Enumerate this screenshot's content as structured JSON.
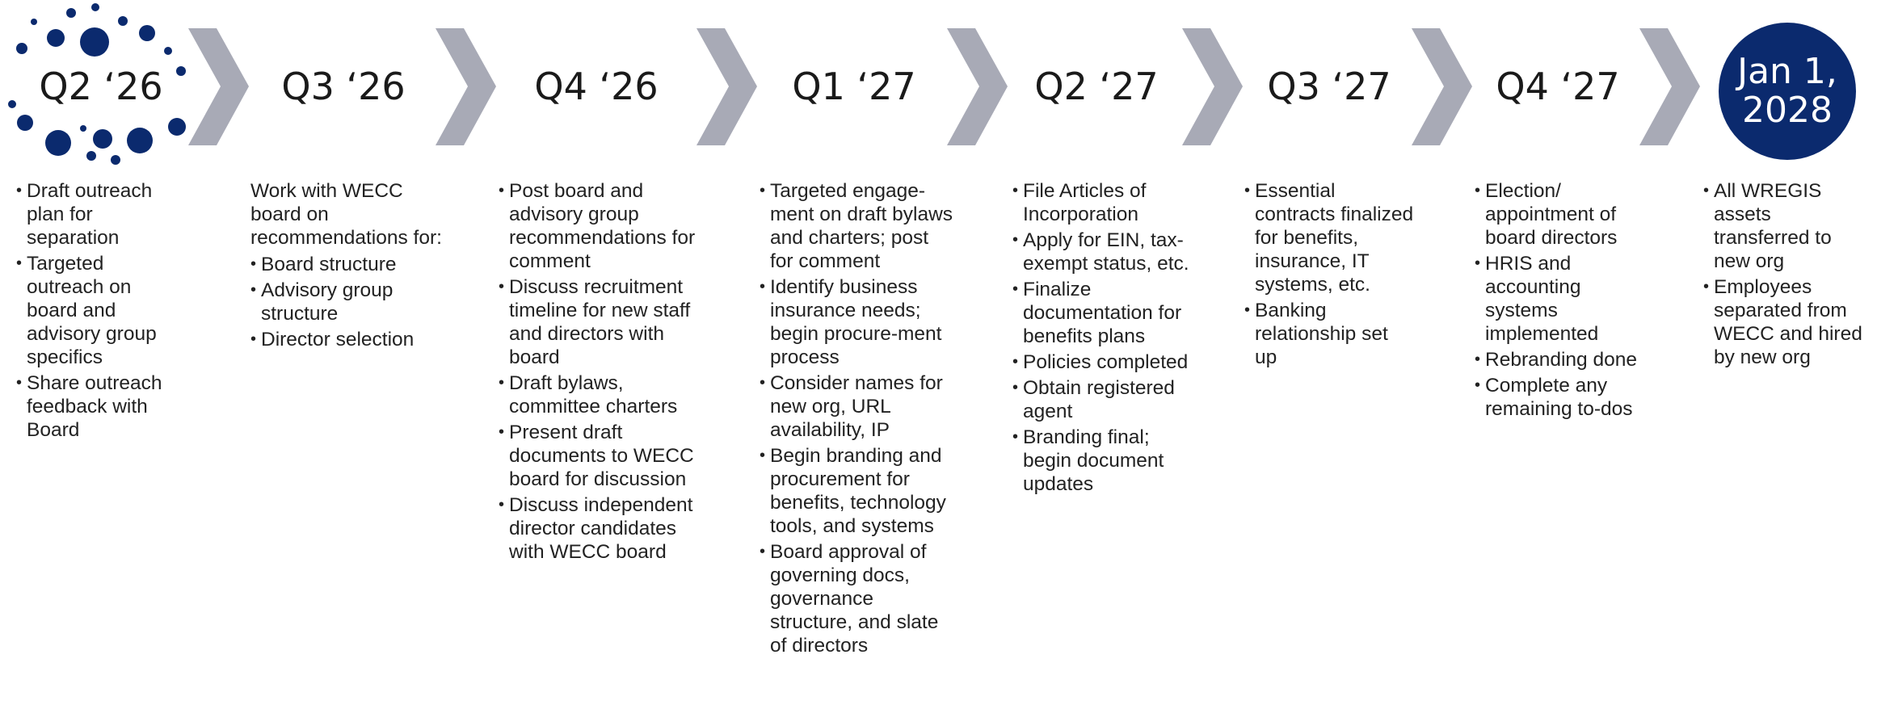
{
  "colors": {
    "chevron": "#a8aab6",
    "accent": "#0b2a6e",
    "text": "#222222"
  },
  "quarters": [
    {
      "label": "Q2 ‘26"
    },
    {
      "label": "Q3 ‘26"
    },
    {
      "label": "Q4 ‘26"
    },
    {
      "label": "Q1 ‘27"
    },
    {
      "label": "Q2 ‘27"
    },
    {
      "label": "Q3 ‘27"
    },
    {
      "label": "Q4 ‘27"
    }
  ],
  "final": {
    "line1": "Jan 1,",
    "line2": "2028"
  },
  "columns": [
    {
      "intro": "",
      "items": [
        "Draft outreach plan for separation",
        "Targeted outreach on board and advisory group specifics",
        "Share outreach feedback with Board"
      ]
    },
    {
      "intro": "Work with WECC board on recommendations for:",
      "items": [
        "Board structure",
        "Advisory group structure",
        "Director selection"
      ]
    },
    {
      "intro": "",
      "items": [
        "Post board and advisory group recommendations for comment",
        "Discuss recruitment timeline for new staff and directors with board",
        "Draft bylaws, committee charters",
        "Present draft documents to WECC board for discussion",
        "Discuss independent director candidates with WECC board"
      ]
    },
    {
      "intro": "",
      "items": [
        "Targeted engage-ment on draft bylaws and charters; post for comment",
        "Identify business insurance needs; begin procure-ment process",
        "Consider names for new org, URL availability, IP",
        "Begin branding and procurement for benefits, technology tools, and systems",
        "Board approval of governing docs, governance structure, and slate of directors"
      ]
    },
    {
      "intro": "",
      "items": [
        "File Articles of Incorporation",
        "Apply for EIN, tax-exempt status, etc.",
        "Finalize documentation for benefits plans",
        "Policies completed",
        "Obtain registered agent",
        "Branding final; begin document updates"
      ]
    },
    {
      "intro": "",
      "items": [
        "Essential contracts finalized for benefits, insurance, IT systems, etc.",
        "Banking relationship set up"
      ]
    },
    {
      "intro": "",
      "items": [
        "Election/ appointment  of board directors",
        "HRIS and accounting systems implemented",
        "Rebranding done",
        "Complete any remaining to-dos"
      ]
    },
    {
      "intro": "",
      "items": [
        "All WREGIS assets transferred to new org",
        "Employees separated from WECC and hired by new org"
      ]
    }
  ]
}
